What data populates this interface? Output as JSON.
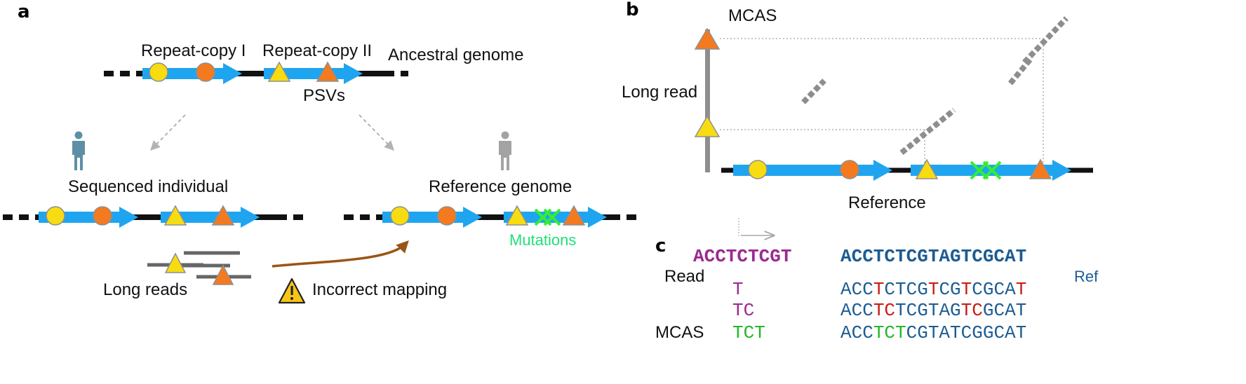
{
  "colors": {
    "blue": "#1fa5f0",
    "black": "#111111",
    "yellow": "#f7dc11",
    "orange": "#f47a1f",
    "green_mut": "#21e07a",
    "green_x": "#33ee33",
    "grey": "#8e8e8e",
    "brown": "#9a5515",
    "purple": "#9b2a92",
    "ref_blue": "#1c5c93",
    "red": "#c81c14",
    "green_seq": "#20b82a",
    "person_teal": "#5e8fa6",
    "person_grey": "#a3a3a3"
  },
  "panel_a": {
    "letter": "a",
    "repeat_copy_1": "Repeat-copy I",
    "repeat_copy_2": "Repeat-copy II",
    "ancestral_genome": "Ancestral genome",
    "psvs": "PSVs",
    "sequenced_individual": "Sequenced individual",
    "reference_genome": "Reference genome",
    "mutations": "Mutations",
    "long_reads": "Long reads",
    "incorrect_mapping": "Incorrect mapping",
    "icons": [
      "person-icon",
      "person-icon",
      "warning-icon"
    ]
  },
  "panel_b": {
    "letter": "b",
    "mcas": "MCAS",
    "long_read": "Long read",
    "reference": "Reference"
  },
  "panel_c": {
    "letter": "c",
    "read_label": "Read",
    "ref_label": "Ref",
    "mcas_label": "MCAS",
    "read_seq": "ACCTCTCGT",
    "ref_seq": "ACCTCTCGTAGTCGCAT",
    "read_rows": [
      [
        {
          "t": "T",
          "c": "purple"
        }
      ],
      [
        {
          "t": "TC",
          "c": "purple"
        }
      ],
      [
        {
          "t": "TCT",
          "c": "green"
        }
      ]
    ],
    "ref_rows": [
      [
        {
          "t": "ACC",
          "c": "blue"
        },
        {
          "t": "T",
          "c": "red"
        },
        {
          "t": "CTCG",
          "c": "blue"
        },
        {
          "t": "T",
          "c": "red"
        },
        {
          "t": "CG",
          "c": "blue"
        },
        {
          "t": "T",
          "c": "red"
        },
        {
          "t": "CGCA",
          "c": "blue"
        },
        {
          "t": "T",
          "c": "red"
        }
      ],
      [
        {
          "t": "ACC",
          "c": "blue"
        },
        {
          "t": "TC",
          "c": "red"
        },
        {
          "t": "TCGTAG",
          "c": "blue"
        },
        {
          "t": "TC",
          "c": "red"
        },
        {
          "t": "GCAT",
          "c": "blue"
        }
      ],
      [
        {
          "t": "ACC",
          "c": "blue"
        },
        {
          "t": "TCT",
          "c": "green"
        },
        {
          "t": "CGTATCGGCAT",
          "c": "blue"
        }
      ]
    ]
  }
}
